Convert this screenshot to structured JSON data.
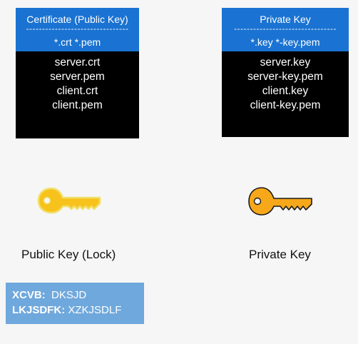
{
  "public_card": {
    "title": "Certificate (Public Key)",
    "divider": "--------------------------------",
    "extensions": "*.crt  *.pem",
    "files": [
      "server.crt",
      "server.pem",
      "client.crt",
      "client.pem"
    ]
  },
  "private_card": {
    "title": "Private Key",
    "divider": "--------------------------------",
    "extensions": "*.key  *-key.pem",
    "files": [
      "server.key",
      "server-key.pem",
      "client.key",
      "client-key.pem"
    ]
  },
  "public_key": {
    "caption": "Public Key (Lock)",
    "icon": "key-icon",
    "color": "#f7c21c"
  },
  "private_key": {
    "caption": "Private Key",
    "icon": "key-icon",
    "color": "#f6a81a"
  },
  "secret": {
    "row1_label": "XCVB:",
    "row1_value": "DKSJD",
    "row2_label": "LKJSDFK:",
    "row2_value": "XZKJSDLF"
  },
  "colors": {
    "header_blue": "#1a73d2",
    "card_bg": "#000000",
    "secret_bg": "#6fa8dc"
  }
}
